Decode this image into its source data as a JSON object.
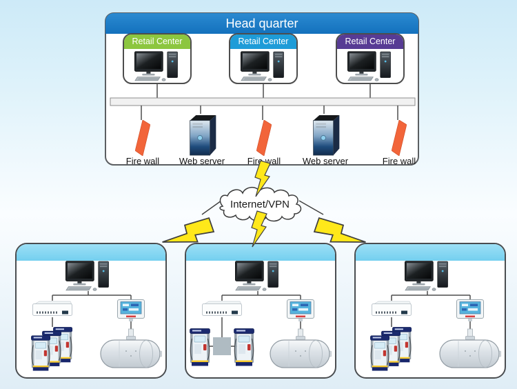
{
  "head_quarter": {
    "title": "Head quarter",
    "header_color": "#1B7AC4",
    "retail_centers": [
      {
        "label": "Retail Center",
        "header_color": "#8CC63F",
        "icon": "desktop-computer-icon"
      },
      {
        "label": "Retail Center",
        "header_color": "#1E9CD8",
        "icon": "desktop-computer-icon"
      },
      {
        "label": "Retail Center",
        "header_color": "#573B94",
        "icon": "desktop-computer-icon"
      }
    ],
    "dmz_items": [
      {
        "label": "Fire wall",
        "icon": "firewall-icon"
      },
      {
        "label": "Web server",
        "icon": "server-tower-icon"
      },
      {
        "label": "Fire wall",
        "icon": "firewall-icon"
      },
      {
        "label": "Web server",
        "icon": "server-tower-icon"
      },
      {
        "label": "Fire wall",
        "icon": "firewall-icon"
      }
    ]
  },
  "network": {
    "cloud_label": "Internet/VPN",
    "lightning_color": "#FFE81A",
    "links": [
      "headquarter-to-cloud",
      "cloud-to-left-station",
      "cloud-to-middle-station",
      "cloud-to-right-station"
    ]
  },
  "stations": [
    {
      "name": "left-station",
      "header_color": "#84D6F2",
      "icons": [
        "desktop-computer-icon",
        "pump-controller-icon",
        "fuel-dispenser-group-icon",
        "tank-gauge-console-icon",
        "fuel-tank-icon"
      ]
    },
    {
      "name": "middle-station",
      "header_color": "#84D6F2",
      "icons": [
        "desktop-computer-icon",
        "pump-controller-icon",
        "fuel-dispenser-icon",
        "junction-box-icon",
        "fuel-dispenser-icon",
        "tank-gauge-console-icon",
        "fuel-tank-icon"
      ]
    },
    {
      "name": "right-station",
      "header_color": "#84D6F2",
      "icons": [
        "desktop-computer-icon",
        "pump-controller-icon",
        "fuel-dispenser-group-icon",
        "tank-gauge-console-icon",
        "fuel-tank-icon"
      ]
    }
  ],
  "colors": {
    "background_top": "#CDEAF8",
    "box_border": "#4A4D50",
    "bus_bar": "#F1F1F1",
    "firewall_orange": "#F2653A",
    "station_header_cyan": "#84D6F2"
  }
}
